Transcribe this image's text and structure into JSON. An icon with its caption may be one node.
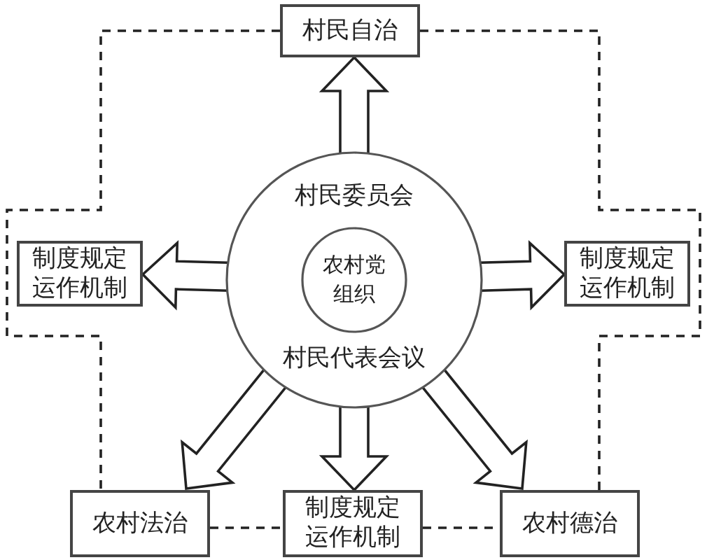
{
  "diagram": {
    "nodes": [
      {
        "text": [
          "村民自治"
        ]
      },
      {
        "text": [
          "村民委员会",
          "村民代表会议"
        ]
      },
      {
        "text": [
          "农村党组织"
        ],
        "in": 1
      },
      {
        "text": [
          "制度规定运作机制"
        ]
      },
      {
        "text": [
          "制度规定运作机制"
        ]
      },
      {
        "text": [
          "农村法治"
        ]
      },
      {
        "text": [
          "制度规定运作机制"
        ]
      },
      {
        "text": [
          "农村德治"
        ]
      }
    ],
    "edges": [
      {
        "from": 1,
        "to": 0,
        "arrow": "to"
      },
      {
        "from": 1,
        "to": 3,
        "arrow": "to"
      },
      {
        "from": 1,
        "to": 4,
        "arrow": "to"
      },
      {
        "from": 1,
        "to": 5,
        "arrow": "to"
      },
      {
        "from": 1,
        "to": 6,
        "arrow": "to"
      },
      {
        "from": 1,
        "to": 7,
        "arrow": "to"
      },
      {
        "from": 0,
        "to": 5,
        "arrow": "none",
        "style": "dashed"
      },
      {
        "from": 0,
        "to": 7,
        "arrow": "none",
        "style": "dashed"
      },
      {
        "from": 5,
        "to": 6,
        "arrow": "none",
        "style": "dashed"
      },
      {
        "from": 6,
        "to": 7,
        "arrow": "none",
        "style": "dashed"
      }
    ]
  }
}
